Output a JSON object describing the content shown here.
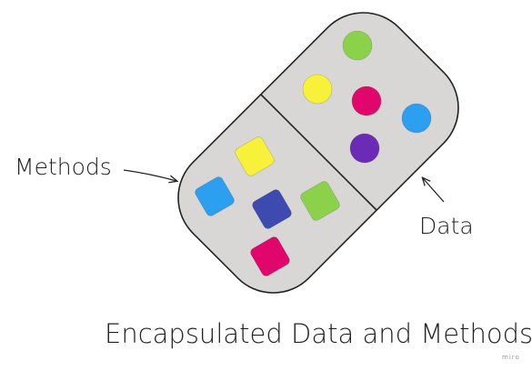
{
  "labels": {
    "methods": "Methods",
    "data": "Data"
  },
  "caption": "Encapsulated Data and Methods",
  "watermark": "miro",
  "colors": {
    "capsule_fill": "#d9d6d6",
    "capsule_stroke": "#222222",
    "lime_green": "#8cd14a",
    "yellow": "#f7f13a",
    "magenta": "#e0066c",
    "sky_blue": "#2d9ff0",
    "purple": "#6a2bb5",
    "indigo": "#3d4bb0",
    "text": "#222222"
  },
  "data_items": [
    {
      "shape": "circle",
      "color": "lime_green"
    },
    {
      "shape": "circle",
      "color": "yellow"
    },
    {
      "shape": "circle",
      "color": "magenta"
    },
    {
      "shape": "circle",
      "color": "sky_blue"
    },
    {
      "shape": "circle",
      "color": "purple"
    }
  ],
  "method_items": [
    {
      "shape": "rounded-square",
      "color": "yellow"
    },
    {
      "shape": "rounded-square",
      "color": "sky_blue"
    },
    {
      "shape": "rounded-square",
      "color": "indigo"
    },
    {
      "shape": "rounded-square",
      "color": "lime_green"
    },
    {
      "shape": "rounded-square",
      "color": "magenta"
    }
  ]
}
